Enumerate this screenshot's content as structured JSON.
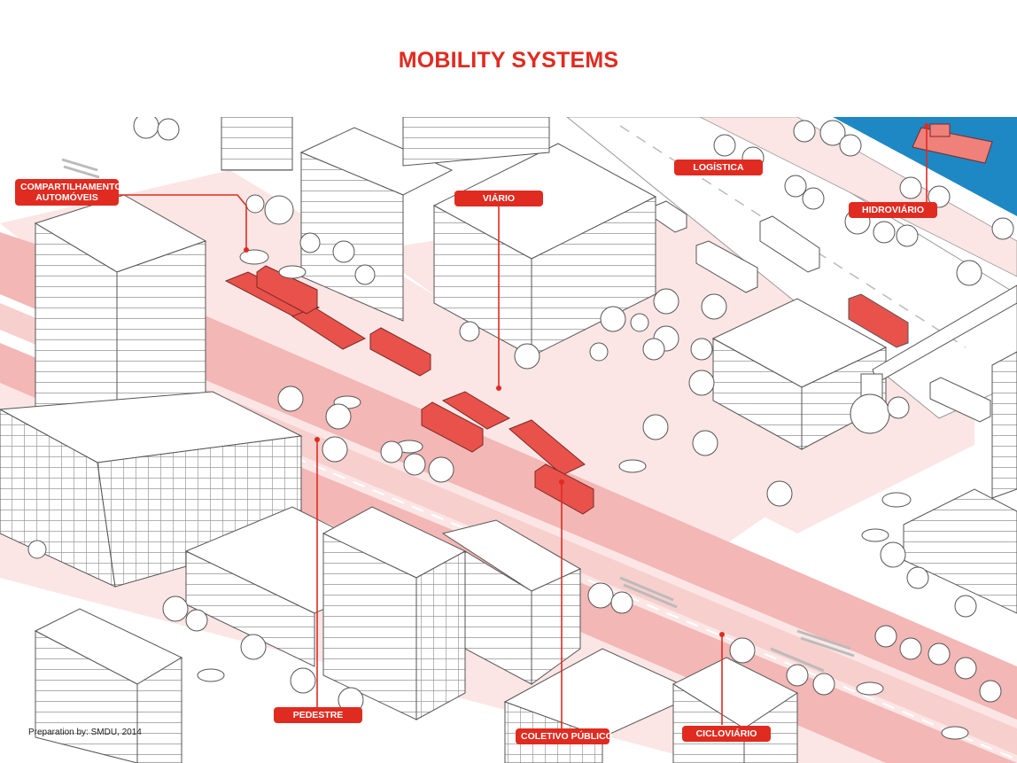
{
  "title": "MOBILITY SYSTEMS",
  "labels": {
    "compartilhamento": "COMPARTILHAMENTO AUTOMÓVEIS",
    "viario": "VIÁRIO",
    "logistica": "LOGÍSTICA",
    "hidroviario": "HIDROVIÁRIO",
    "pedestre": "PEDESTRE",
    "coletivo": "COLETIVO PÚBLICO",
    "cicloviario": "CICLOVIÁRIO"
  },
  "credit": "Preparation by: SMDU, 2014",
  "colors": {
    "accent": "#e02b20",
    "pink_zone": "#f9dcdc",
    "road_pink": "#f3b7b5",
    "water": "#1e88c4",
    "vehicle_red": "#e8524b",
    "line": "#555555"
  }
}
